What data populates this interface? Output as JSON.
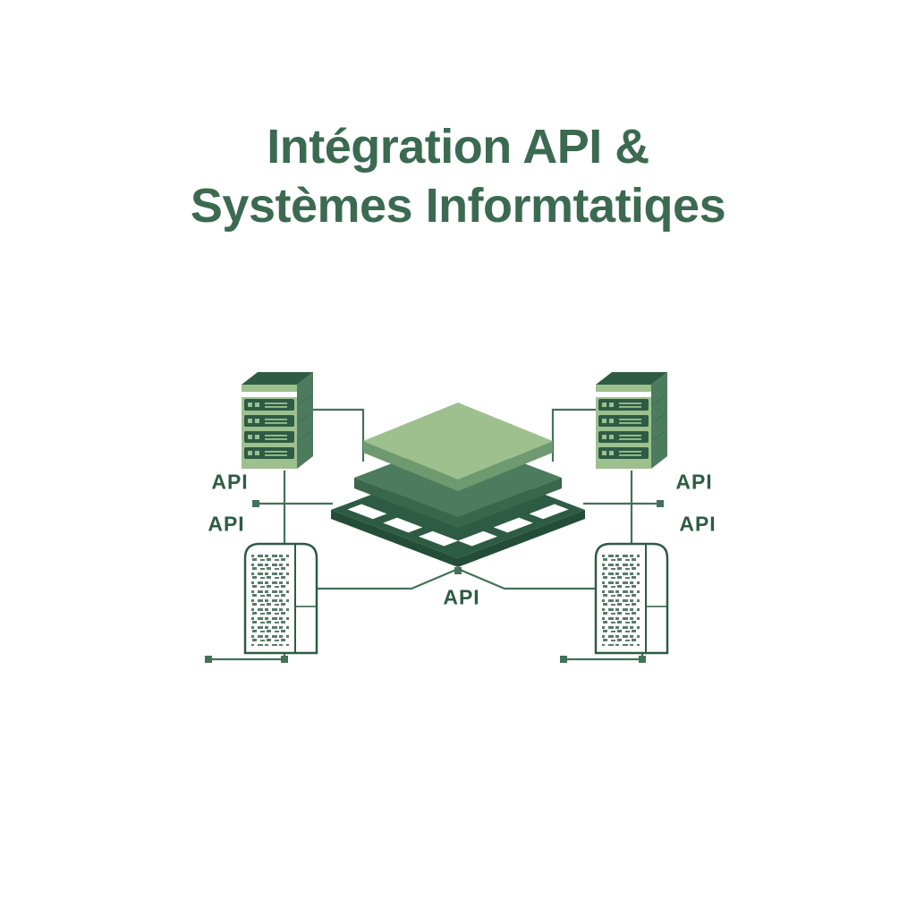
{
  "title": {
    "line1": "Intégration API &",
    "line2": "Systèmes Informtatiqes"
  },
  "api_labels": {
    "left_top": "API",
    "left_bottom": "API",
    "right_top": "API",
    "right_bottom": "API",
    "center": "API"
  },
  "diagram": {
    "center_element": "api-platform-isometric-stack",
    "node_icons": [
      "server-rack-top-left",
      "server-rack-top-right",
      "data-tower-bottom-left",
      "data-tower-bottom-right"
    ]
  },
  "colors": {
    "background": "#ffffff",
    "title_green": "#3b6a50",
    "dark_green": "#2e5b44",
    "deep_green": "#234d38",
    "mid_green": "#4d7b5d",
    "mid_side_green": "#3a664c",
    "light_green": "#9dc08e",
    "edge_green": "#6f9a70",
    "pale_green": "#abc89c",
    "line_green": "#437257"
  }
}
